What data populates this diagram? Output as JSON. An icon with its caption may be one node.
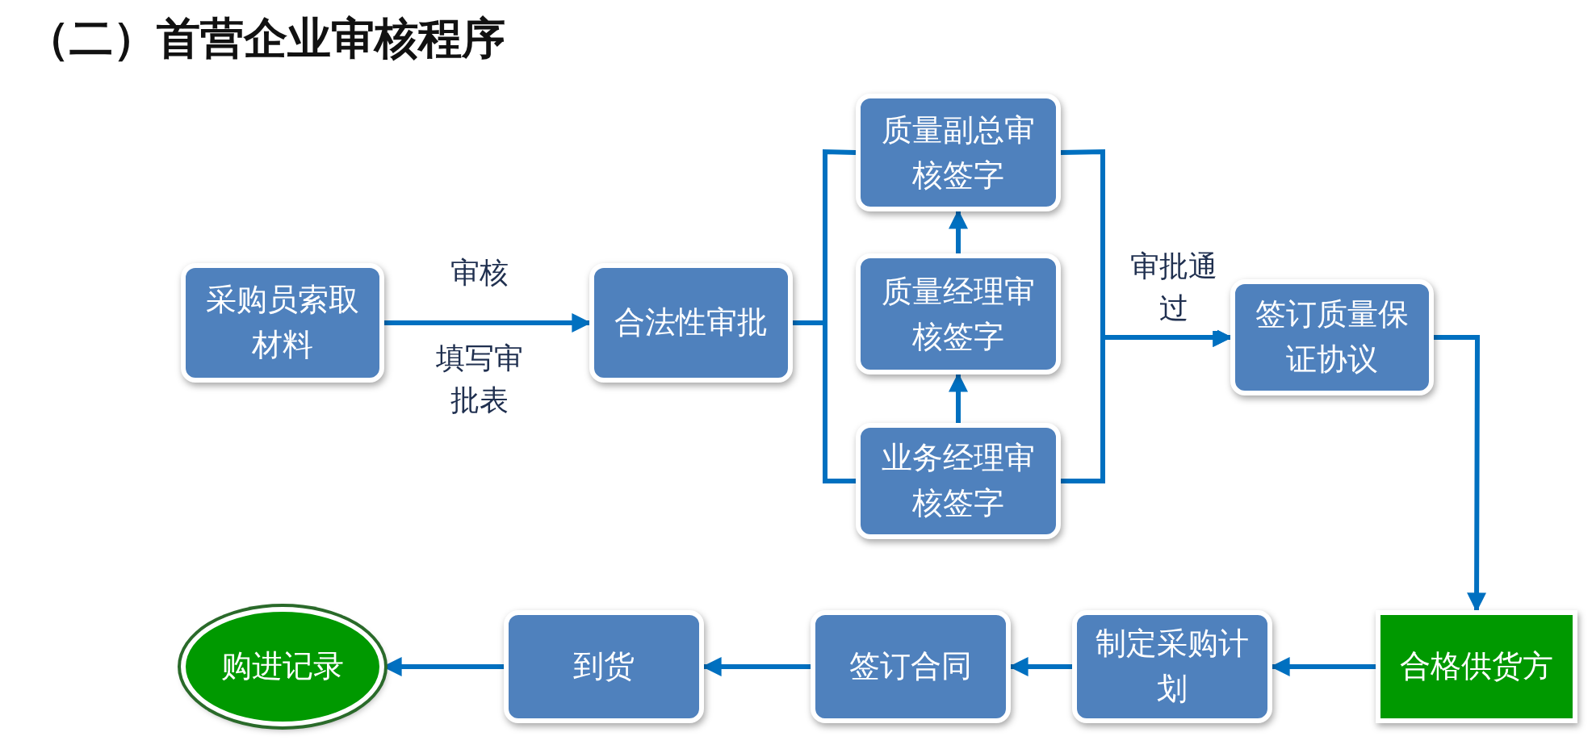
{
  "diagram": {
    "title": "（二）首营企业审核程序",
    "nodes": [
      {
        "text": [
          "采购员索取材料"
        ]
      },
      {
        "text": [
          "合法性审批"
        ]
      },
      {
        "text": [
          "质量副总审核签字"
        ]
      },
      {
        "text": [
          "质量经理审核签字"
        ]
      },
      {
        "text": [
          "业务经理审核签字"
        ]
      },
      {
        "text": [
          "签订质量保证协议"
        ]
      },
      {
        "text": [
          "合格供货方"
        ]
      },
      {
        "text": [
          "制定采购计划"
        ]
      },
      {
        "text": [
          "签订合同"
        ]
      },
      {
        "text": [
          "到货"
        ]
      },
      {
        "text": [
          "购进记录"
        ]
      }
    ],
    "edges": [
      {
        "from": 0,
        "to": 1,
        "arrow": "to",
        "label": "审核"
      },
      {
        "from": 1,
        "to": 2,
        "arrow": "none"
      },
      {
        "from": 1,
        "to": 4,
        "arrow": "none"
      },
      {
        "from": 4,
        "to": 3,
        "arrow": "to"
      },
      {
        "from": 3,
        "to": 2,
        "arrow": "to"
      },
      {
        "from": 2,
        "to": 5,
        "arrow": "to",
        "label": "审批通过"
      },
      {
        "from": 4,
        "to": 5,
        "arrow": "to"
      },
      {
        "from": 5,
        "to": 6,
        "arrow": "to"
      },
      {
        "from": 6,
        "to": 7,
        "arrow": "to"
      },
      {
        "from": 7,
        "to": 8,
        "arrow": "to"
      },
      {
        "from": 8,
        "to": 9,
        "arrow": "to"
      },
      {
        "from": 9,
        "to": 10,
        "arrow": "to"
      }
    ],
    "labels": [
      "填写审批表"
    ]
  }
}
